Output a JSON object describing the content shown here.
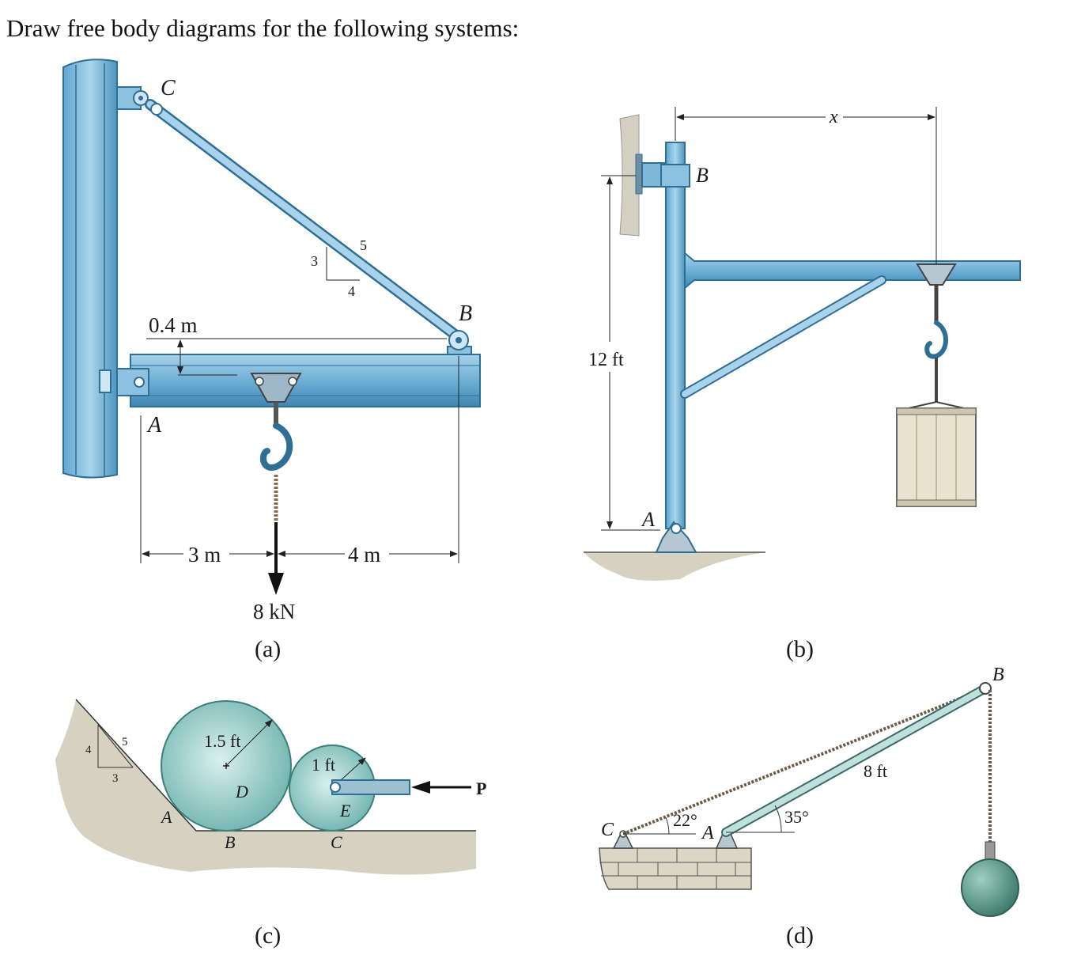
{
  "heading": "Draw free body diagrams for the following systems:",
  "colors": {
    "steel": "#7fb8d9",
    "steel_dark": "#2f6f96",
    "ground": "#d9d6c6",
    "disk": "#8ec8c4",
    "ball": "#4f8f80",
    "brick": "#dcd6c4",
    "crate": "#e8e2cf"
  },
  "fig_a": {
    "caption": "(a)",
    "point_a": "A",
    "point_b": "B",
    "point_c": "C",
    "dim_offset": "0.4 m",
    "dim_left": "3 m",
    "dim_right": "4 m",
    "load": "8 kN",
    "slope_rise": "3",
    "slope_run": "4",
    "slope_hyp": "5"
  },
  "fig_b": {
    "caption": "(b)",
    "point_a": "A",
    "point_b": "B",
    "dim_height": "12 ft",
    "dim_x": "x"
  },
  "fig_c": {
    "caption": "(c)",
    "point_a": "A",
    "point_b": "B",
    "point_c": "C",
    "point_d": "D",
    "point_e": "E",
    "force": "P",
    "big_radius": "1.5 ft",
    "small_radius": "1 ft",
    "slope_rise": "4",
    "slope_run": "3",
    "slope_hyp": "5"
  },
  "fig_d": {
    "caption": "(d)",
    "point_a": "A",
    "point_b": "B",
    "point_c": "C",
    "angle_cable": "22°",
    "angle_boom": "35°",
    "boom_length": "8 ft"
  }
}
